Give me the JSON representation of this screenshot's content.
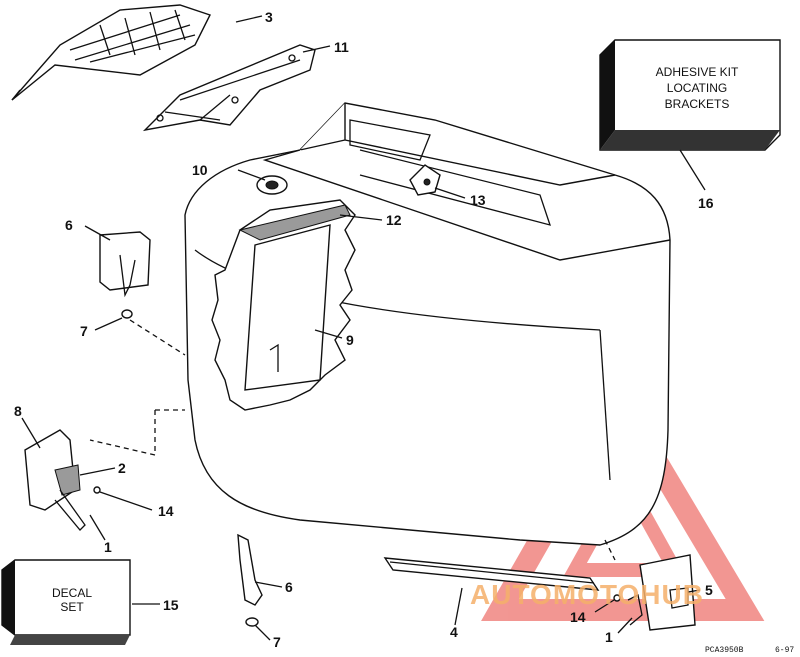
{
  "diagram": {
    "parts": [
      {
        "id": "3",
        "label": "3"
      },
      {
        "id": "11",
        "label": "11"
      },
      {
        "id": "10",
        "label": "10"
      },
      {
        "id": "13",
        "label": "13"
      },
      {
        "id": "12",
        "label": "12"
      },
      {
        "id": "6a",
        "label": "6"
      },
      {
        "id": "7a",
        "label": "7"
      },
      {
        "id": "9",
        "label": "9"
      },
      {
        "id": "8",
        "label": "8"
      },
      {
        "id": "2",
        "label": "2"
      },
      {
        "id": "14a",
        "label": "14"
      },
      {
        "id": "1a",
        "label": "1"
      },
      {
        "id": "16",
        "label": "16"
      },
      {
        "id": "6b",
        "label": "6"
      },
      {
        "id": "7b",
        "label": "7"
      },
      {
        "id": "15",
        "label": "15"
      },
      {
        "id": "4",
        "label": "4"
      },
      {
        "id": "14b",
        "label": "14"
      },
      {
        "id": "1b",
        "label": "1"
      },
      {
        "id": "5",
        "label": "5"
      }
    ],
    "adhesive_box": {
      "line1": "ADHESIVE KIT",
      "line2": "LOCATING",
      "line3": "BRACKETS"
    },
    "decal_box": {
      "line1": "DECAL",
      "line2": "SET"
    },
    "code": "PCA3950B",
    "date": "6-97"
  },
  "watermark": {
    "text": "AUTOMOTOHUB",
    "color": "#e8413a",
    "accent": "#f5b06a"
  }
}
